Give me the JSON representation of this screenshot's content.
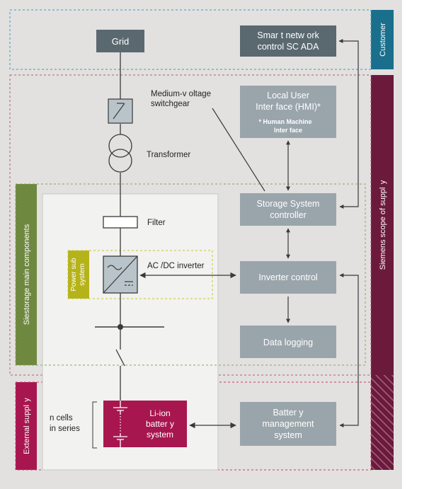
{
  "colors": {
    "background": "#e2e1df",
    "panel": "#f2f2f0",
    "box_gray": "#9aa5ab",
    "box_dark": "#5a6870",
    "customer_teal": "#1a6f8c",
    "siemens_maroon": "#6b1a3c",
    "siestorage_green": "#6f8840",
    "external_red": "#a8164f",
    "power_olive": "#b5b31a",
    "line": "#3a3a3a"
  },
  "bands": {
    "customer": "Customer",
    "siemens": "Siemens scope of suppl  y",
    "siestorage": "Siestorage main components",
    "external": "External suppl  y",
    "power_sub": [
      "Power sub",
      "system"
    ]
  },
  "boxes": {
    "grid": "Grid",
    "scada": [
      "Smar t netw ork",
      "control SC ADA"
    ],
    "hmi": [
      "Local User",
      "Inter face (HMI)*"
    ],
    "hmi_note": [
      "* Human Machine",
      "Inter face"
    ],
    "controller": [
      "Storage System",
      "controller"
    ],
    "inverter_control": "Inverter control",
    "data_logging": "Data logging",
    "bms": [
      "Batter y",
      "management",
      "system"
    ],
    "battery": [
      "Li-ion",
      "batter y",
      "system"
    ]
  },
  "labels": {
    "switchgear": [
      "Medium-v oltage",
      "switchgear"
    ],
    "transformer": "Transformer",
    "filter": "Filter",
    "inverter": "AC /DC inverter",
    "cells": [
      "n cells",
      "in series"
    ]
  },
  "icons": [
    "switch-icon",
    "transformer-icon",
    "filter-icon",
    "inverter-icon",
    "busbar-icon",
    "breaker-icon",
    "battery-cells-icon"
  ]
}
